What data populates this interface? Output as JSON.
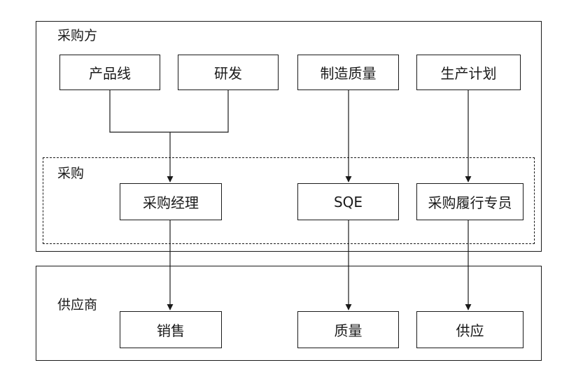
{
  "groups": {
    "buyer": "采购方",
    "procurement": "采购",
    "supplier": "供应商"
  },
  "buyer_nodes": {
    "product_line": "产品线",
    "rnd": "研发",
    "manufacturing_quality": "制造质量",
    "production_planning": "生产计划"
  },
  "procurement_nodes": {
    "purchasing_manager": "采购经理",
    "sqe": "SQE",
    "fulfillment_specialist": "采购履行专员"
  },
  "supplier_nodes": {
    "sales": "销售",
    "quality": "质量",
    "supply": "供应"
  },
  "colors": {
    "line": "#1a1a1a",
    "background": "#ffffff"
  }
}
